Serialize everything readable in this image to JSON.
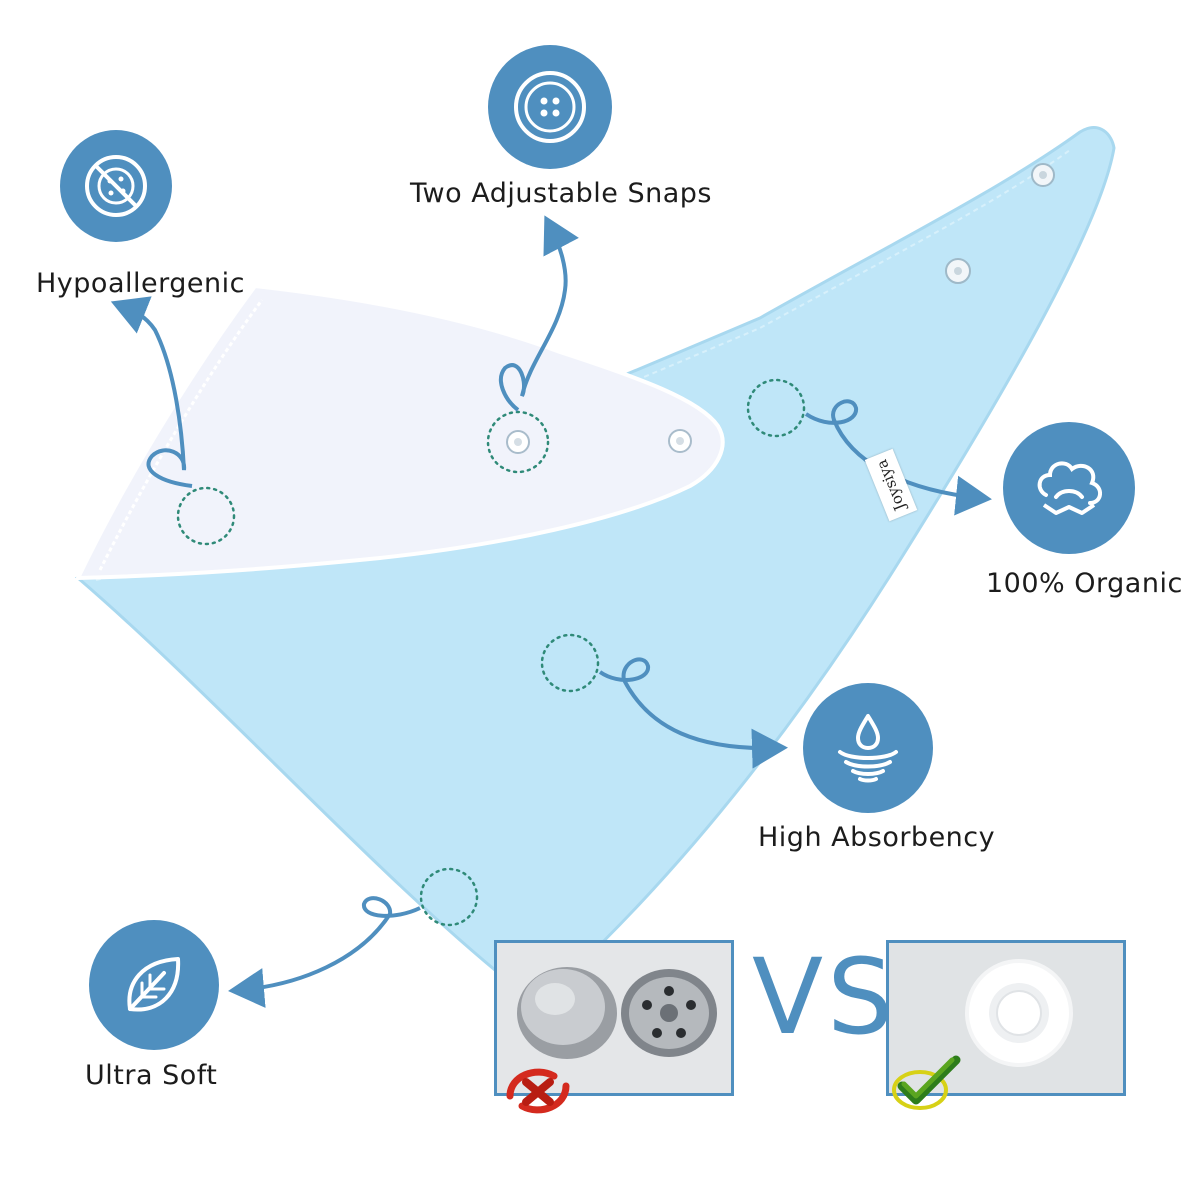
{
  "features": {
    "hypoallergenic": {
      "label": "Hypoallergenic",
      "icon": "no-allergen-icon"
    },
    "snaps": {
      "label": "Two Adjustable Snaps",
      "icon": "button-snap-icon"
    },
    "organic": {
      "label": "100% Organic",
      "icon": "cotton-icon"
    },
    "absorbency": {
      "label": "High Absorbency",
      "icon": "water-drop-icon"
    },
    "soft": {
      "label": "Ultra Soft",
      "icon": "leaf-icon"
    }
  },
  "product": {
    "brand": "Joysiya"
  },
  "comparison": {
    "vs_label": "VS",
    "bad": {
      "icon": "red-cross-icon",
      "subject": "metal snap buttons"
    },
    "good": {
      "icon": "green-check-icon",
      "subject": "plastic snap button"
    }
  },
  "colors": {
    "accent": "#4f8fbf",
    "bib_blue": "#bfe6f8",
    "bib_white": "#f1f3fb",
    "bad": "#d42a1e",
    "good": "#5aa520"
  }
}
